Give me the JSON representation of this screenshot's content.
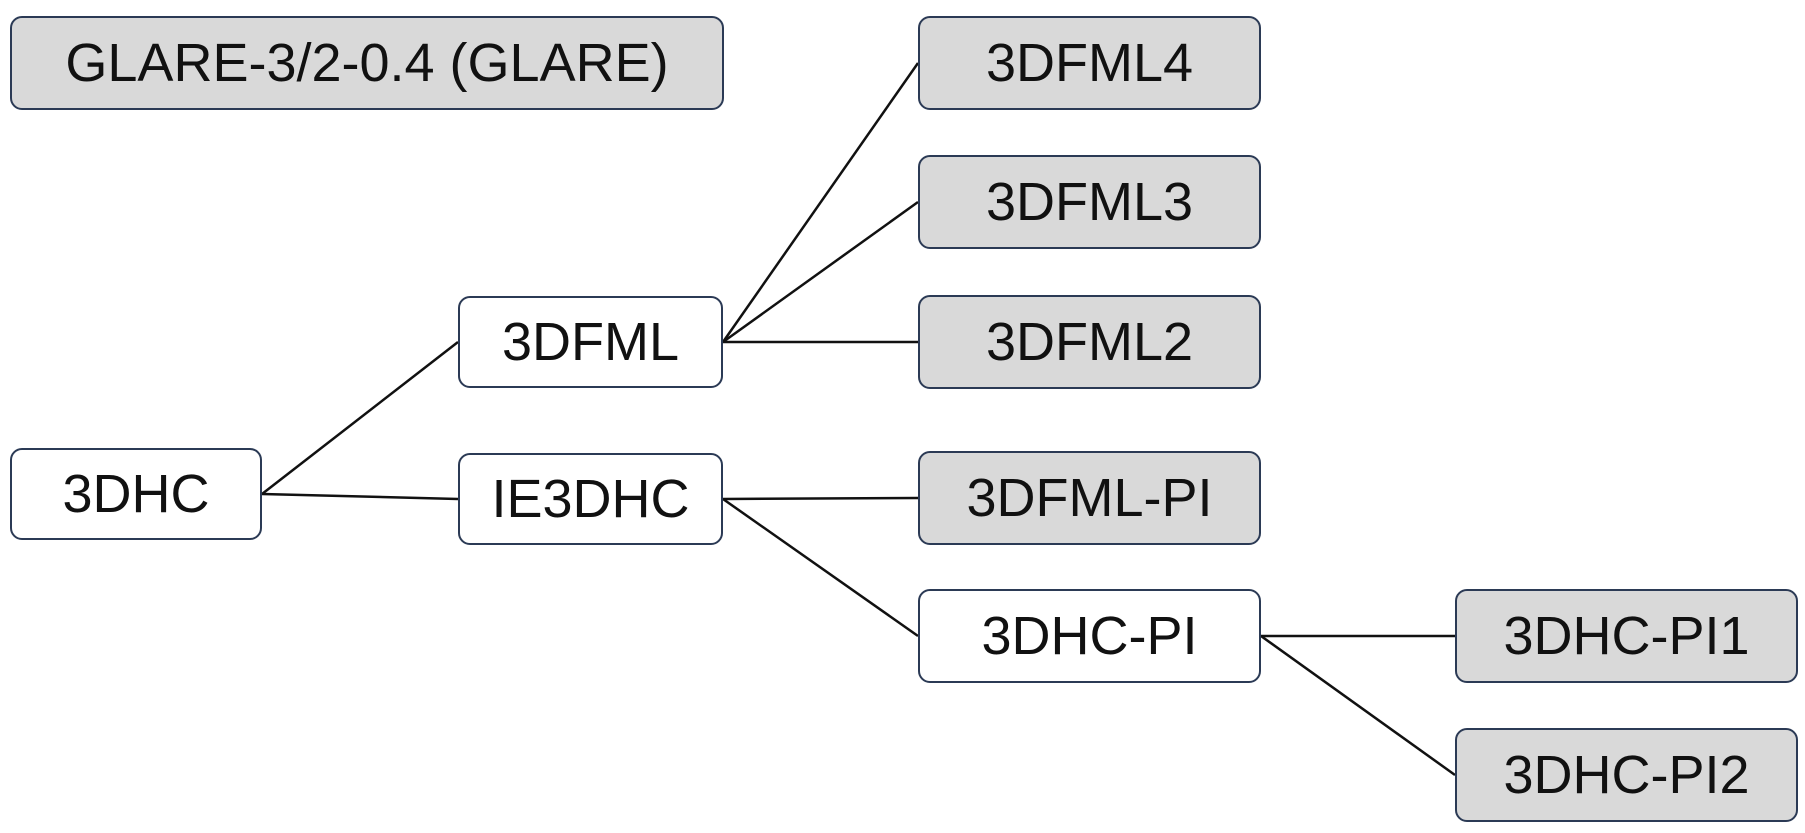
{
  "diagram": {
    "nodes": {
      "glare": "GLARE-3/2-0.4 (GLARE)",
      "n3dhc": "3DHC",
      "n3dfml": "3DFML",
      "ie3dhc": "IE3DHC",
      "n3dfml4": "3DFML4",
      "n3dfml3": "3DFML3",
      "n3dfml2": "3DFML2",
      "n3dfml_pi": "3DFML-PI",
      "n3dhc_pi": "3DHC-PI",
      "n3dhc_pi1": "3DHC-PI1",
      "n3dhc_pi2": "3DHC-PI2"
    },
    "edges": [
      [
        "3DHC",
        "3DFML"
      ],
      [
        "3DHC",
        "IE3DHC"
      ],
      [
        "3DFML",
        "3DFML4"
      ],
      [
        "3DFML",
        "3DFML3"
      ],
      [
        "3DFML",
        "3DFML2"
      ],
      [
        "IE3DHC",
        "3DFML-PI"
      ],
      [
        "IE3DHC",
        "3DHC-PI"
      ],
      [
        "3DHC-PI",
        "3DHC-PI1"
      ],
      [
        "3DHC-PI",
        "3DHC-PI2"
      ]
    ],
    "colors": {
      "baseline_fill": "#d9d9d9",
      "variant_fill": "#ffffff",
      "border": "#2b3a55",
      "connector": "#111111"
    }
  }
}
